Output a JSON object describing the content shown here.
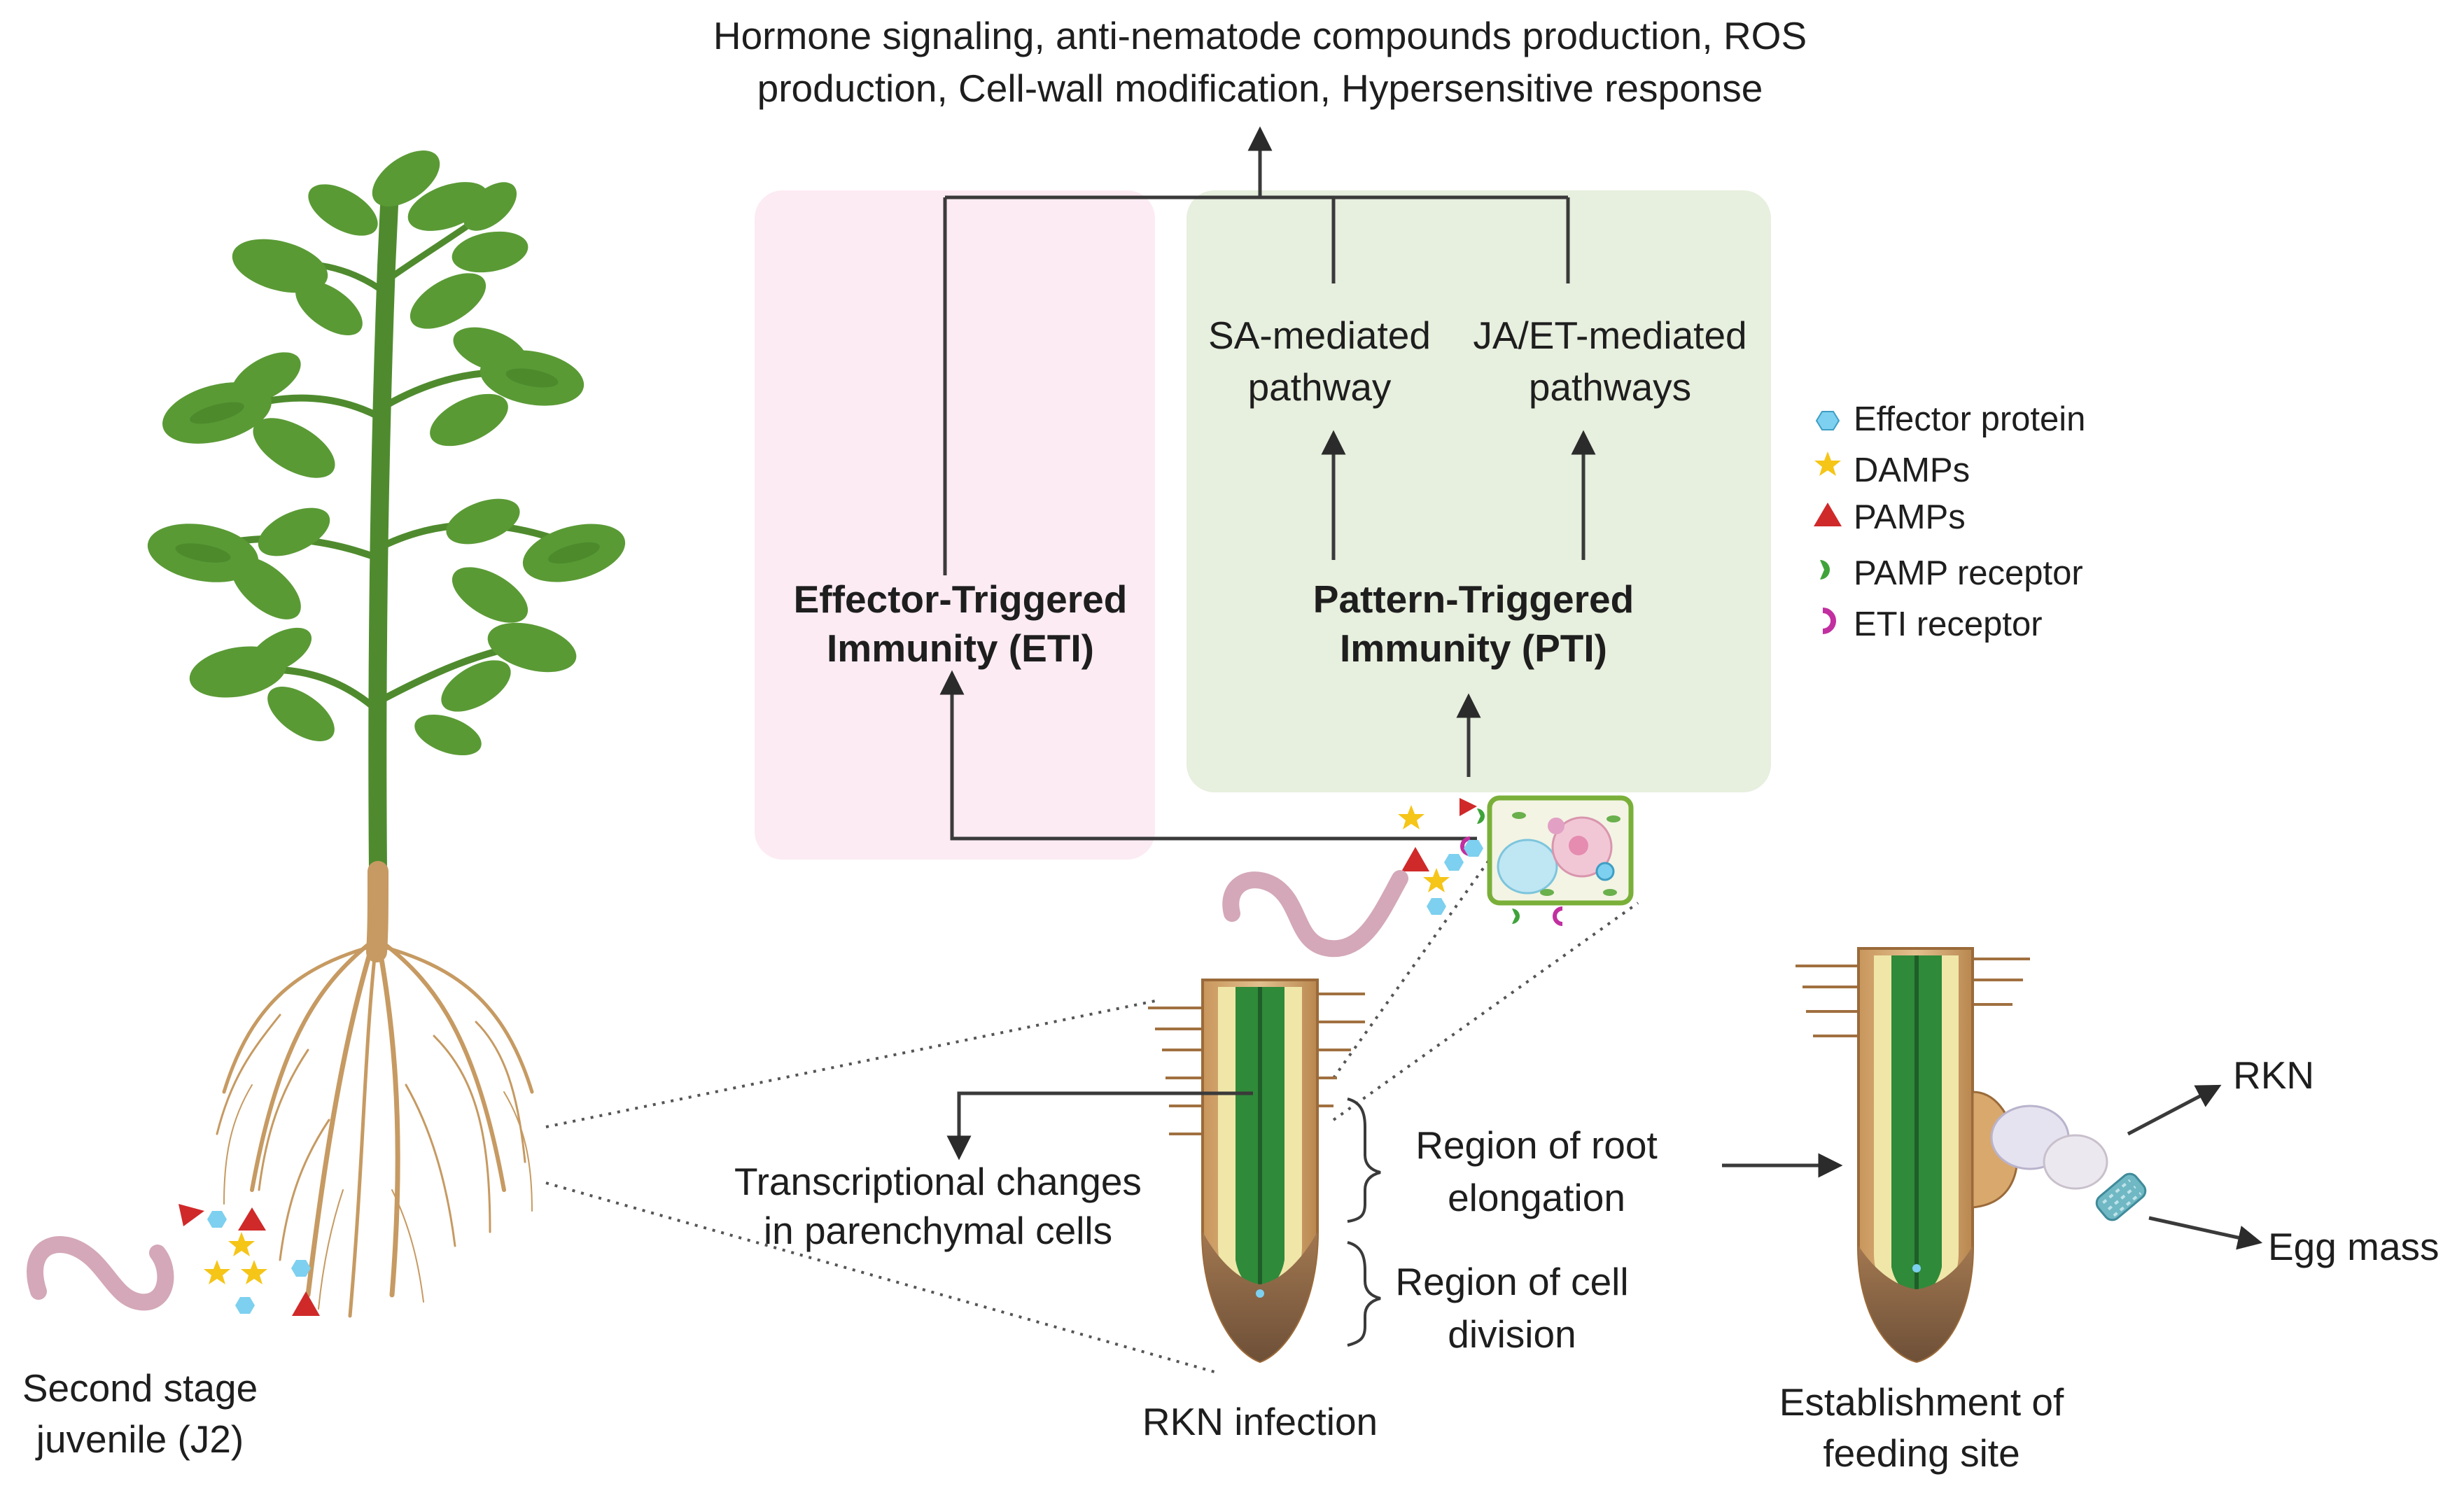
{
  "header": {
    "line1": "Hormone signaling, anti-nematode compounds production, ROS",
    "line2": "production, Cell-wall modification, Hypersensitive response"
  },
  "eti": {
    "line1": "Effector-Triggered",
    "line2": "Immunity (ETI)"
  },
  "pti": {
    "line1": "Pattern-Triggered",
    "line2": "Immunity (PTI)"
  },
  "sa_pathway": {
    "line1": "SA-mediated",
    "line2": "pathway"
  },
  "ja_pathway": {
    "line1": "JA/ET-mediated",
    "line2": "pathways"
  },
  "legend": {
    "effector": "Effector protein",
    "damps": "DAMPs",
    "pamps": "PAMPs",
    "pamp_receptor": "PAMP receptor",
    "eti_receptor": "ETI receptor"
  },
  "j2": {
    "line1": "Second stage",
    "line2": "juvenile (J2)"
  },
  "transcriptional": {
    "line1": "Transcriptional changes",
    "line2": "in parenchymal cells"
  },
  "root_elongation": {
    "line1": "Region of root",
    "line2": "elongation"
  },
  "cell_division": {
    "line1": "Region of cell",
    "line2": "division"
  },
  "rkn_infection": "RKN infection",
  "feeding_site": {
    "line1": "Establishment of",
    "line2": "feeding site"
  },
  "rkn": "RKN",
  "egg_mass": "Egg mass",
  "colors": {
    "eti_box": "#fcebf3",
    "pti_box": "#e7efde",
    "leaf": "#5a9a35",
    "stem": "#4f8b2e",
    "root": "#c69a62",
    "nematode": "#d4a8b8",
    "effector": "#7dd0ef",
    "damp": "#f5c518",
    "pamp": "#d0292a",
    "pamp_receptor": "#3fa33a",
    "eti_receptor": "#c22fa0"
  },
  "icons": [
    "tomato-plant",
    "nematode",
    "root-tip",
    "plant-cell",
    "egg-mass",
    "star",
    "triangle",
    "hexagon"
  ]
}
